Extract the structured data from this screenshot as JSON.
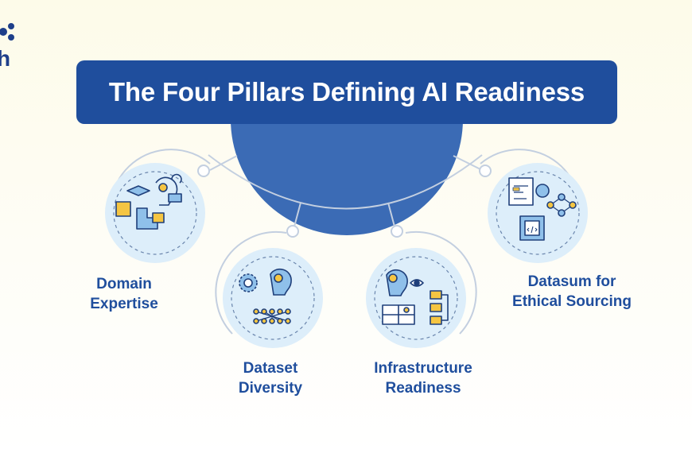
{
  "title": "The Four Pillars Defining AI Readiness",
  "logo": {
    "letter": "h"
  },
  "pillars": [
    {
      "line1": "Domain",
      "line2": "Expertise",
      "icon": "ai-head-graduation-puzzle-icon"
    },
    {
      "line1": "Dataset",
      "line2": "Diversity",
      "icon": "gear-ai-head-network-icon"
    },
    {
      "line1": "Infrastructure",
      "line2": "Readiness",
      "icon": "ai-head-eye-flowchart-icon"
    },
    {
      "line1": "Datasum for",
      "line2": "Ethical Sourcing",
      "icon": "document-chip-network-icon"
    }
  ],
  "colors": {
    "title_bg": "#1f4e9d",
    "center_circle": "#3b6bb5",
    "label_text": "#1f4e9d",
    "circle_fill": "#ddeefa",
    "icon_yellow": "#f5c542",
    "icon_blue": "#8fc0ea",
    "icon_stroke": "#1f3f7a"
  }
}
